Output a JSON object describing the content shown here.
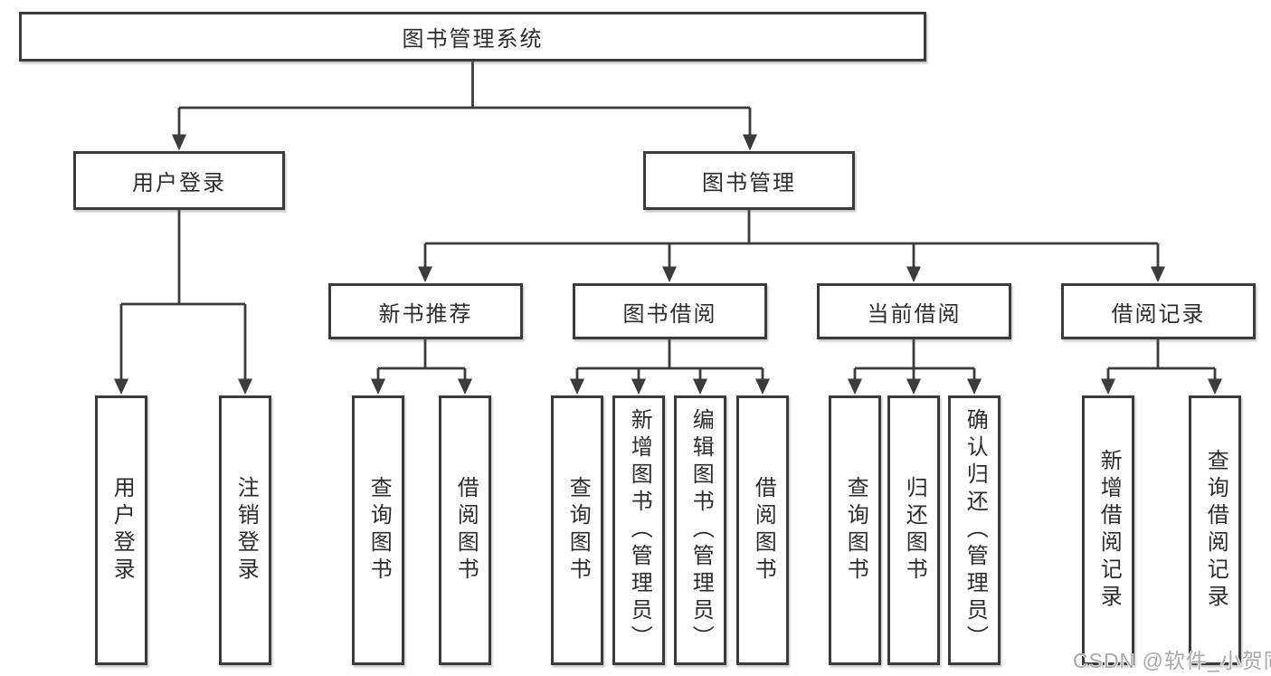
{
  "diagram": {
    "root": {
      "label": "图书管理系统"
    },
    "level2": [
      {
        "label": "用户登录"
      },
      {
        "label": "图书管理"
      }
    ],
    "level3": [
      {
        "label": "新书推荐",
        "parent": "图书管理"
      },
      {
        "label": "图书借阅",
        "parent": "图书管理"
      },
      {
        "label": "当前借阅",
        "parent": "图书管理"
      },
      {
        "label": "借阅记录",
        "parent": "图书管理"
      }
    ],
    "leaves": [
      {
        "label": "用户登录",
        "parent": "用户登录"
      },
      {
        "label": "注销登录",
        "parent": "用户登录"
      },
      {
        "label": "查询图书",
        "parent": "新书推荐"
      },
      {
        "label": "借阅图书",
        "parent": "新书推荐"
      },
      {
        "label": "查询图书",
        "parent": "图书借阅"
      },
      {
        "label": "新增图书（管理员）",
        "parent": "图书借阅"
      },
      {
        "label": "编辑图书（管理员）",
        "parent": "图书借阅"
      },
      {
        "label": "借阅图书",
        "parent": "图书借阅"
      },
      {
        "label": "查询图书",
        "parent": "当前借阅"
      },
      {
        "label": "归还图书",
        "parent": "当前借阅"
      },
      {
        "label": "确认归还（管理员）",
        "parent": "当前借阅"
      },
      {
        "label": "新增借阅记录",
        "parent": "借阅记录"
      },
      {
        "label": "查询借阅记录",
        "parent": "借阅记录"
      }
    ],
    "colors": {
      "line": "#3b3b3b",
      "text": "#2d2d2d",
      "background": "#ffffff",
      "watermark": "#a9a9a9"
    }
  },
  "watermark": {
    "text": "CSDN @软件_小贺同学"
  }
}
